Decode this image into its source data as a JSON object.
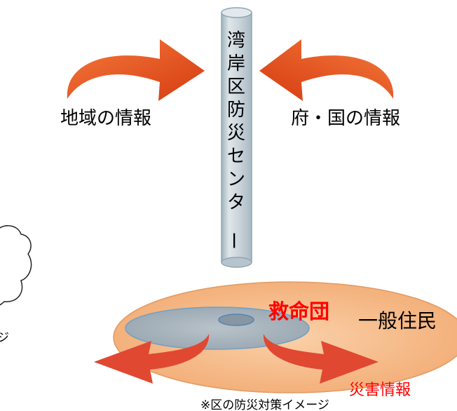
{
  "diagram": {
    "pillar_label": "湾岸区防災センター",
    "left_info_label": "地域の情報",
    "right_info_label": "府・国の情報",
    "rescue_team_label": "救命団",
    "residents_label": "一般住民",
    "disaster_info_label": "災害情報",
    "caption": "※区の防災対策イメージ",
    "partial_left_glyph": "ジ"
  },
  "colors": {
    "arrow_orange": "#e8541f",
    "arrow_red": "#e04832",
    "outer_disc": "#f6b886",
    "outer_disc_edge": "#e9a06a",
    "inner_disc": "#a8b4bc",
    "pillar": "#c2ccd3",
    "pillar_edge": "#8ea6b4",
    "emphasis_red": "#ff0000",
    "text": "#000000"
  },
  "icons": {
    "top_left_arrow": "curved-arrow-icon",
    "top_right_arrow": "curved-arrow-icon",
    "bottom_left_arrow": "curved-arrow-icon",
    "bottom_right_arrow": "curved-arrow-icon"
  }
}
